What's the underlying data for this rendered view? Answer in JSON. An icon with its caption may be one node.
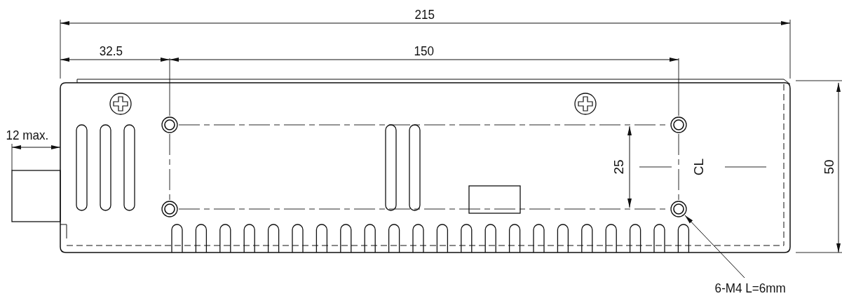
{
  "diagram": {
    "nodes": [
      {
        "text": [
          "6-M4 L=6mm"
        ]
      },
      {
        "text": [],
        "shape": "circle"
      }
    ],
    "edges": [
      {
        "from": 0,
        "to": 1,
        "arrow": "to"
      }
    ],
    "labels": [
      "215",
      "32.5",
      "150",
      "12 max.",
      "25",
      "CL",
      "50"
    ]
  }
}
